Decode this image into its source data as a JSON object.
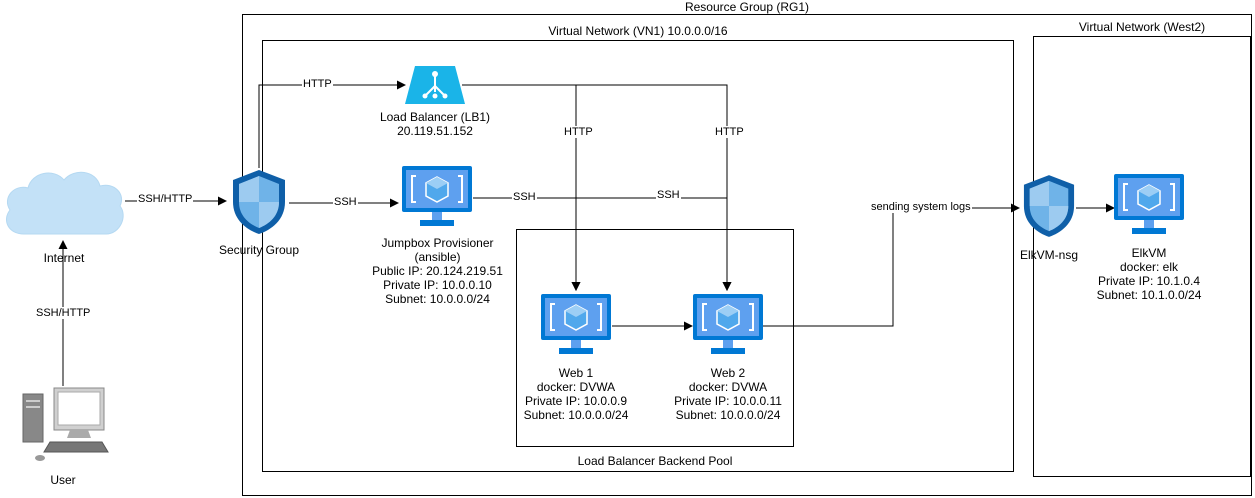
{
  "groups": {
    "resource_group": "Resource Group (RG1)",
    "vnet1": "Virtual Network (VN1) 10.0.0.0/16",
    "vnet_west2": "Virtual Network (West2)",
    "backend_pool": "Load Balancer Backend Pool"
  },
  "nodes": {
    "internet": "Internet",
    "user": "User",
    "security_group": "Security Group",
    "load_balancer": [
      "Load Balancer (LB1)",
      "20.119.51.152"
    ],
    "jumpbox": [
      "Jumpbox Provisioner",
      "(ansible)",
      "Public IP: 20.124.219.51",
      "Private IP: 10.0.0.10",
      "Subnet: 10.0.0.0/24"
    ],
    "web1": [
      "Web 1",
      "docker: DVWA",
      "Private IP: 10.0.0.9",
      "Subnet: 10.0.0.0/24"
    ],
    "web2": [
      "Web 2",
      "docker: DVWA",
      "Private IP: 10.0.0.11",
      "Subnet: 10.0.0.0/24"
    ],
    "elk_nsg": "ElkVM-nsg",
    "elkvm": [
      "ElkVM",
      "docker: elk",
      "Private IP: 10.1.0.4",
      "Subnet: 10.1.0.0/24"
    ]
  },
  "edges": {
    "internet_to_sg": "SSH/HTTP",
    "user_to_internet": "SSH/HTTP",
    "sg_to_lb": "HTTP",
    "sg_to_jumpbox": "SSH",
    "lb_to_web1": "HTTP",
    "lb_to_web2": "HTTP",
    "jumpbox_to_web1": "SSH",
    "jumpbox_to_web2": "SSH",
    "web2_to_elk": "sending system logs"
  },
  "colors": {
    "vm_light": "#5EA0EF",
    "vm_dark": "#0078D4",
    "cube": "#50A8EC",
    "shield_dark": "#0F5FA8",
    "shield_light": "#6FB3E8",
    "lb": "#1AB4E8",
    "cloud": "#C3E1F7"
  }
}
